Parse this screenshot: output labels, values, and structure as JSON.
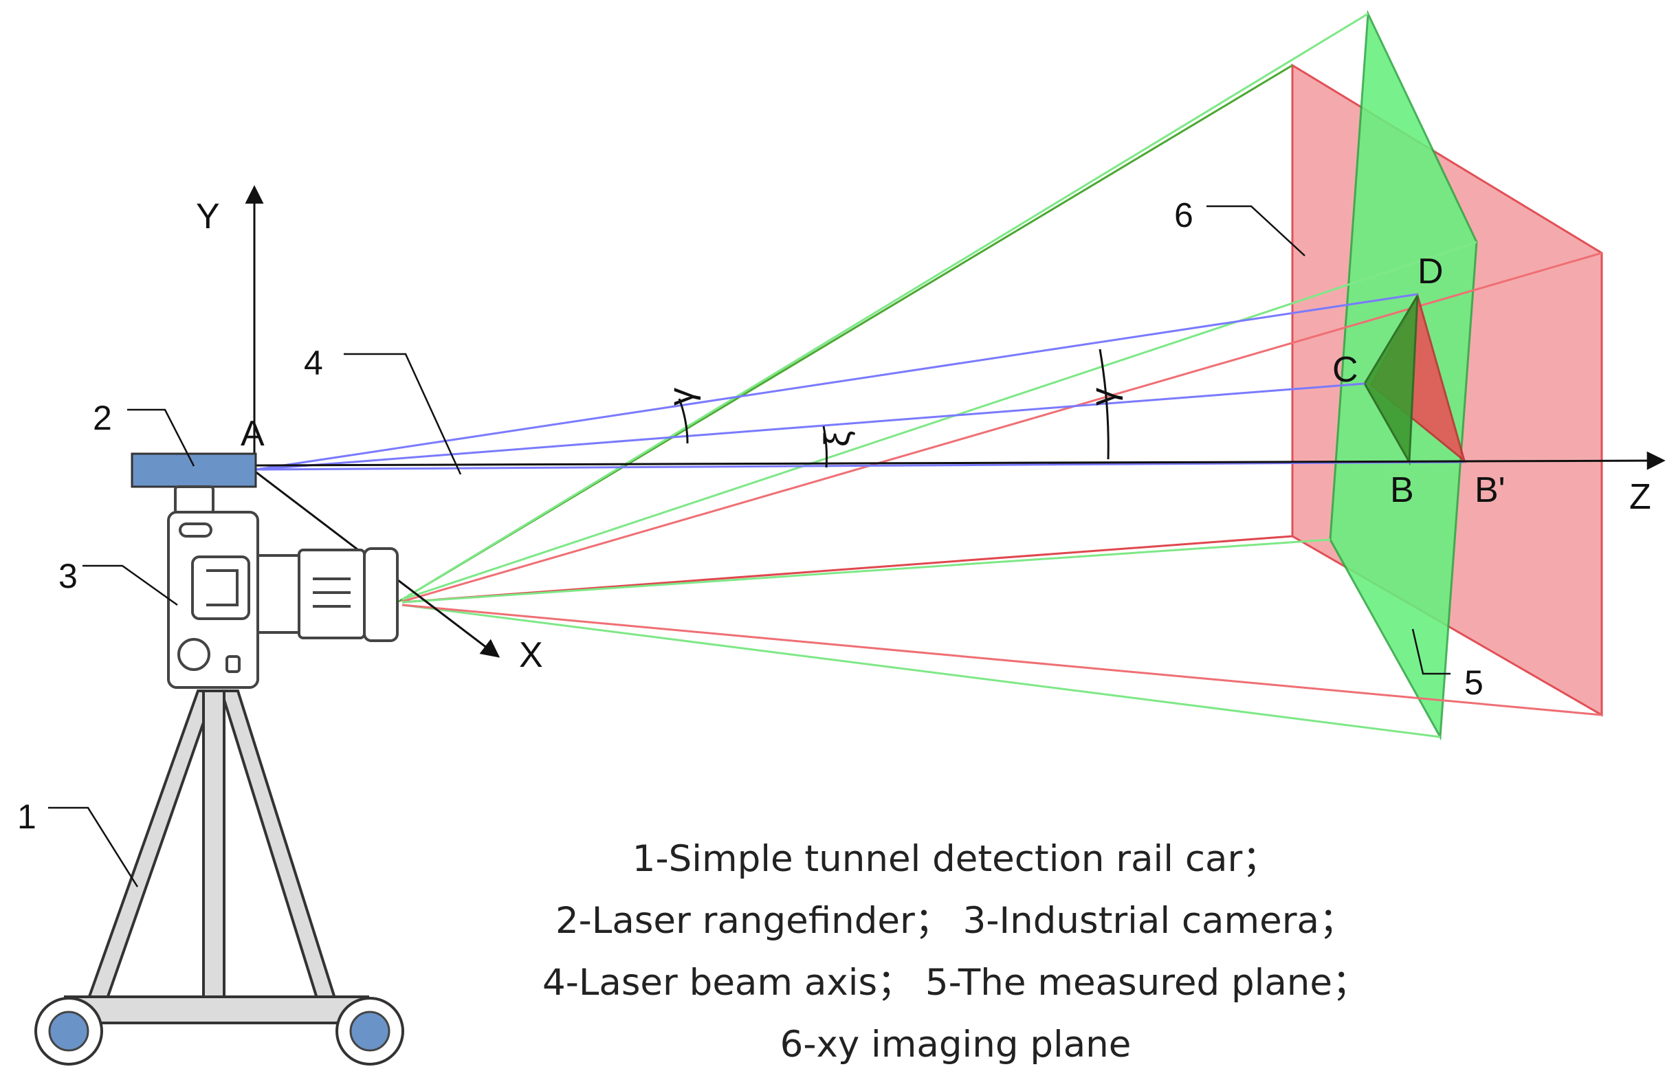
{
  "labels": {
    "axis_x": "X",
    "axis_y": "Y",
    "axis_z": "Z",
    "point_a": "A",
    "point_b": "B",
    "point_b_prime": "B'",
    "point_c": "C",
    "point_d": "D",
    "angle_gamma_1": "γ",
    "angle_gamma_2": "γ",
    "angle_xi": "ξ"
  },
  "callouts": {
    "n1": "1",
    "n2": "2",
    "n3": "3",
    "n4": "4",
    "n5": "5",
    "n6": "6"
  },
  "legend": {
    "item1": "1-Simple tunnel detection rail car；",
    "item2": "2-Laser rangefinder；",
    "item3": "3-Industrial camera；",
    "item4": "4-Laser beam axis；",
    "item5": "5-The measured plane；",
    "item6": "6-xy imaging plane"
  },
  "colors": {
    "laser_beam": "#6b6bff",
    "measured_plane": "#66f07e",
    "imaging_plane": "#f28f93",
    "rangefinder": "#6a93c8",
    "wheel": "#6a93c8",
    "frame": "#dcdcdc"
  }
}
